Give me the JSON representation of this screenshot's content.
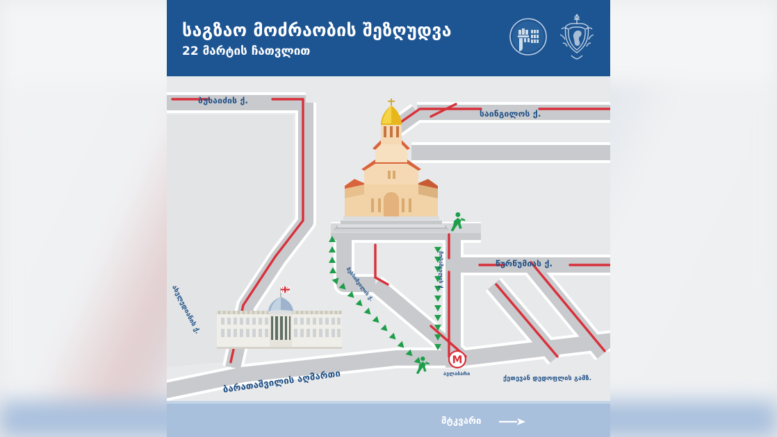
{
  "header": {
    "title": "საგზაო მოძრაობის შეზღუდვა",
    "subtitle": "22 მარტის ჩათვლით",
    "background_color": "#1d5593",
    "logos": [
      {
        "name": "tbilisi-city-hall-emblem",
        "alt": "თბილისის მერია"
      },
      {
        "name": "ministry-internal-affairs-emblem",
        "alt": "შსს"
      }
    ]
  },
  "map": {
    "street_labels": {
      "bukhaidze": "ბუხაიძის ქ.",
      "saingilo": "საინგილოს ქ.",
      "tsurtsumia": "წურწუმიას ქ.",
      "akhvlediani": "ახვლედიანის ქ.",
      "meskhishvili": "მესხიშვილის ქ.",
      "mosashvili": "მოსაშვილის ქ.",
      "baratashvili": "ბარათაშვილის აღმართი",
      "ketevan_dedopali": "ქეთევან დედოფლის გამზ."
    },
    "metro": {
      "glyph": "M",
      "station_name": "ავლაბარი",
      "color": "#d8303a"
    },
    "river": {
      "name": "მტკვარი",
      "flow_arrow": "→",
      "water_color": "#a9c0dd"
    },
    "landmarks": [
      {
        "name": "sameba-cathedral",
        "label": ""
      },
      {
        "name": "presidential-palace",
        "label": ""
      }
    ],
    "legend_colors": {
      "closed_route": "#d8303a",
      "pedestrian_route": "#1e9e4a",
      "road_fill": "#c9cacd",
      "block_fill": "#e3e4e6",
      "label_text": "#1d4f86"
    }
  }
}
